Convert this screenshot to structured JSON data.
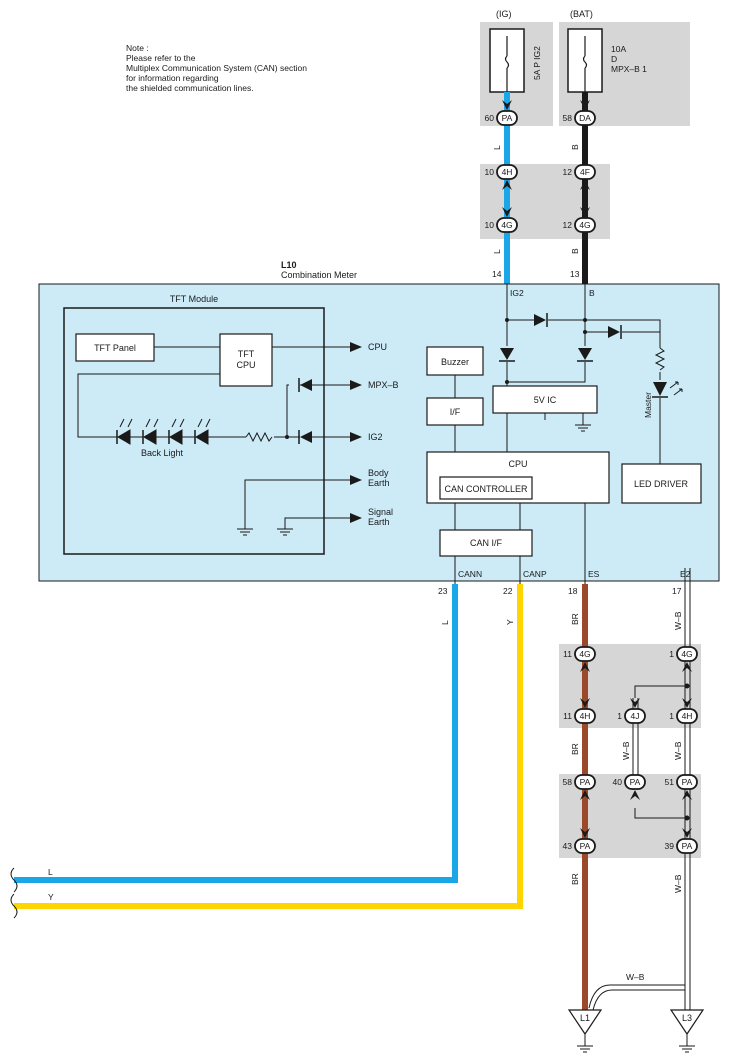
{
  "note": {
    "lines": [
      "Note :",
      "Please refer to the",
      "Multiplex Communication System (CAN) section",
      "for information regarding",
      "the shielded communication lines."
    ]
  },
  "fuses": {
    "ig": {
      "header": "(IG)",
      "name": "5A P IG2"
    },
    "bat": {
      "header": "(BAT)",
      "amp": "10A",
      "d": "D",
      "name": "MPX–B 1"
    }
  },
  "connectors": {
    "ig_pa": {
      "pin": "60",
      "code": "PA"
    },
    "bat_da": {
      "pin": "58",
      "code": "DA"
    },
    "j4h_top": {
      "pin": "10",
      "code": "4H"
    },
    "j4f_top": {
      "pin": "12",
      "code": "4F"
    },
    "j4g_a": {
      "pin": "10",
      "code": "4G"
    },
    "j4g_b": {
      "pin": "12",
      "code": "4G"
    },
    "br_4g": {
      "pin": "11",
      "code": "4G"
    },
    "wb_4g": {
      "pin": "1",
      "code": "4G"
    },
    "br_4h": {
      "pin": "11",
      "code": "4H"
    },
    "wb_4j": {
      "pin": "1",
      "code": "4J"
    },
    "wb_4h": {
      "pin": "1",
      "code": "4H"
    },
    "br_pa58": {
      "pin": "58",
      "code": "PA"
    },
    "wb_pa40": {
      "pin": "40",
      "code": "PA"
    },
    "wb_pa51": {
      "pin": "51",
      "code": "PA"
    },
    "br_pa43": {
      "pin": "43",
      "code": "PA"
    },
    "wb_pa39": {
      "pin": "39",
      "code": "PA"
    }
  },
  "wires": {
    "ig_a": "L",
    "bat_a": "B",
    "ig_b": "L",
    "bat_b": "B",
    "cann": "L",
    "canp": "Y",
    "br_a": "BR",
    "wb_a": "W–B",
    "br_b": "BR",
    "wb_b": "W–B",
    "wb_c": "W–B",
    "br_c": "BR",
    "wb_d": "W–B",
    "wb_bottom": "W–B",
    "left_l": "L",
    "left_y": "Y"
  },
  "meter": {
    "code": "L10",
    "name": "Combination Meter",
    "pins_top": {
      "ig2_no": "14",
      "b_no": "13",
      "ig2": "IG2",
      "b": "B"
    },
    "pins_bottom": {
      "cann_no": "23",
      "canp_no": "22",
      "es_no": "18",
      "e2_no": "17",
      "cann": "CANN",
      "canp": "CANP",
      "es": "ES",
      "e2": "E2"
    },
    "tft": {
      "title": "TFT Module",
      "panel": "TFT Panel",
      "cpu_line1": "TFT",
      "cpu_line2": "CPU",
      "backlight": "Back Light",
      "out_cpu": "CPU",
      "out_mpxb": "MPX–B",
      "out_ig2": "IG2",
      "body_earth_1": "Body",
      "body_earth_2": "Earth",
      "signal_earth_1": "Signal",
      "signal_earth_2": "Earth"
    },
    "blocks": {
      "buzzer": "Buzzer",
      "if": "I/F",
      "ic5v": "5V IC",
      "cpu": "CPU",
      "can_controller": "CAN CONTROLLER",
      "can_if": "CAN I/F",
      "led_driver": "LED DRIVER",
      "master": "Master"
    }
  },
  "grounds": {
    "l1": "L1",
    "l3": "L3"
  },
  "colors": {
    "wire_l": "#1aa7e8",
    "wire_y": "#ffd500",
    "wire_br": "#9a4a2a",
    "wire_b": "#1a1a1a",
    "meter_fill": "#cdebf7",
    "shade": "#d6d6d6"
  }
}
